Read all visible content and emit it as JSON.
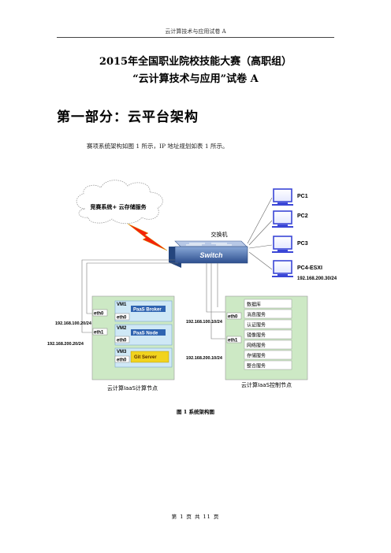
{
  "header": {
    "running_title": "云计算技术与应用试卷 A"
  },
  "title": {
    "line1": "2015年全国职业院校技能大赛（高职组）",
    "line2": "“云计算技术与应用”试卷 A"
  },
  "section": {
    "heading": "第一部分：云平台架构"
  },
  "intro": {
    "text": "赛项系统架构如图 1 所示，IP 地址规划如表 1 所示。"
  },
  "diagram": {
    "cloud_label": "竞赛系统+ 云存储服务",
    "switch_caption": "交换机",
    "switch_label": "Switch",
    "pcs": [
      "PC1",
      "PC2",
      "PC3",
      "PC4-ESXI"
    ],
    "pc4_ip": "192.168.200.30/24",
    "compute": {
      "caption": "云计算IaaS计算节点",
      "ip1": "192.168.100.20/24",
      "ip2": "192.168.200.20/24",
      "eth0": "eth0",
      "eth1": "eth1",
      "vms": [
        {
          "name": "VM1",
          "eth": "eth0",
          "service": "PaaS Broker"
        },
        {
          "name": "VM2",
          "eth": "eth0",
          "service": "PaaS Node"
        },
        {
          "name": "VM3",
          "eth": "eth0",
          "service": "Git Server"
        }
      ]
    },
    "control": {
      "caption": "云计算IaaS控制节点",
      "ip1": "192.168.100.10/24",
      "ip2": "192.168.200.10/24",
      "eth0": "eth0",
      "eth1": "eth1",
      "services": [
        "数据库",
        "消息服务",
        "认证服务",
        "镜像服务",
        "网络服务",
        "存储服务",
        "整合服务"
      ]
    },
    "colors": {
      "node_bg": "#cde9c5",
      "vm_bg": "#cfe8f6",
      "vm_header": "#2f64b1",
      "git_bg": "#f1d31f",
      "pc_blue": "#3a46d6"
    }
  },
  "figure": {
    "caption": "图 1  系统架构图"
  },
  "footer": {
    "page_text": "第 1 页 共 11 页"
  }
}
